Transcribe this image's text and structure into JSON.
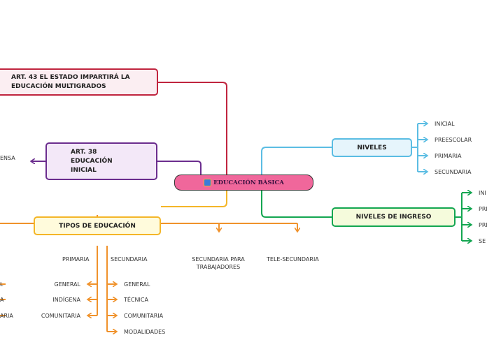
{
  "central": {
    "title": "EDUCACIÓN BÁSICA",
    "icon": "school-icon"
  },
  "art43": {
    "text": "ART. 43 EL ESTADO IMPARTIRÁ LA EDUCACIÓN MULTIGRADOS"
  },
  "art38": {
    "text": "ART. 38 EDUCACIÓN INICIAL",
    "child": "ENSA"
  },
  "niveles": {
    "title": "NIVELES",
    "items": [
      "INICIAL",
      "PREESCOLAR",
      "PRIMARIA",
      "SECUNDARIA"
    ]
  },
  "niveles_ingreso": {
    "title": "NIVELES DE INGRESO",
    "items": [
      "INI",
      "PRI",
      "PRI",
      "SE"
    ]
  },
  "tipos": {
    "title": "TIPOS DE EDUCACIÓN",
    "branches": [
      "PRIMARIA",
      "SECUNDARIA",
      "SECUNDARIA PARA TRABAJADORES",
      "TELE-SECUNDARIA"
    ],
    "left_partial": [
      "L",
      "A",
      "ARIA"
    ],
    "primaria_items": [
      "GENERAL",
      "INDÍGENA",
      "COMUNITARIA"
    ],
    "secundaria_items": [
      "GENERAL",
      "TÉCNICA",
      "COMUNITARIA",
      "MODALIDADES"
    ]
  },
  "colors": {
    "crimson": "#c0253f",
    "purple": "#6b2d8e",
    "sky": "#5bbde3",
    "green": "#13a651",
    "orange": "#f0922b",
    "gold": "#f4b628",
    "pink": "#f0679b"
  }
}
